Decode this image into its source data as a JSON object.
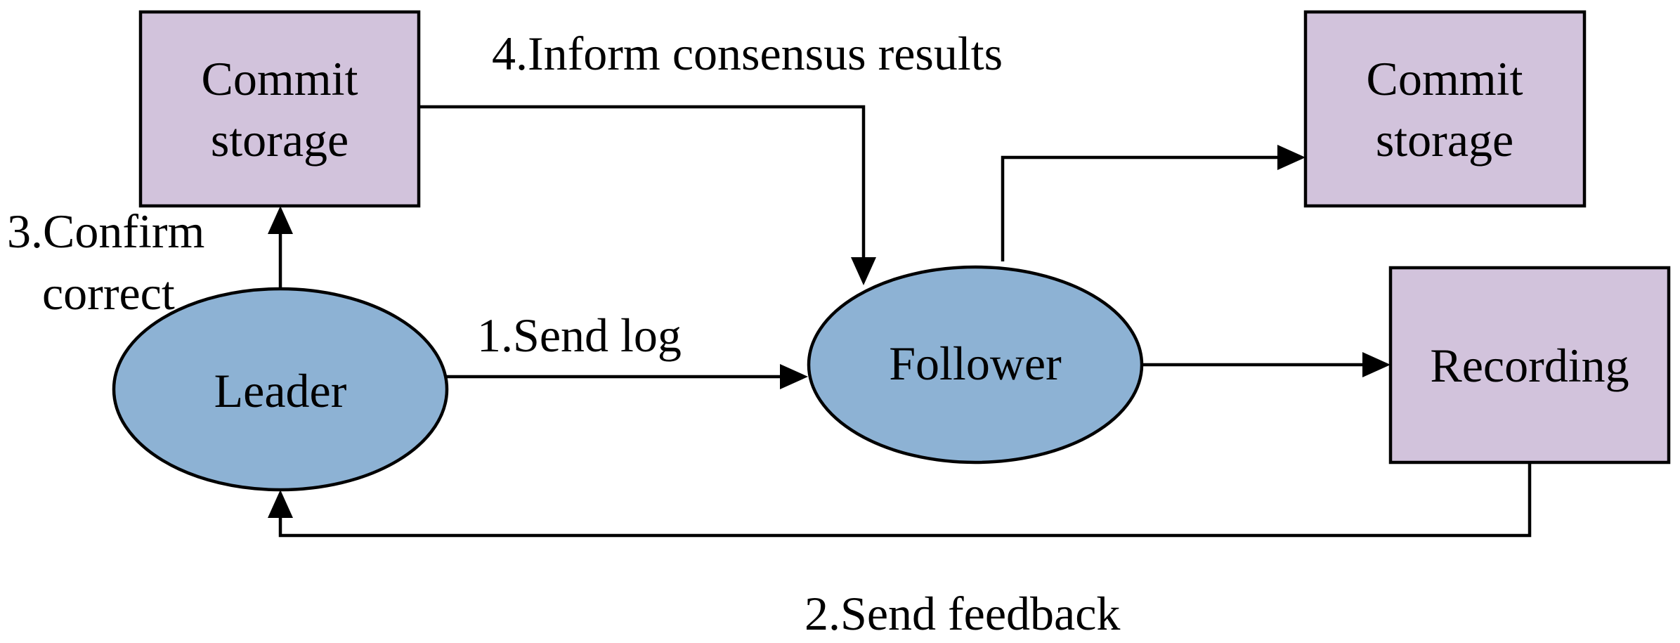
{
  "colors": {
    "storage_fill": "#d2c3dc",
    "node_fill": "#8db2d4",
    "stroke": "#000000"
  },
  "nodes": {
    "leader": {
      "label": "Leader"
    },
    "follower": {
      "label": "Follower"
    },
    "commit_storage_left": {
      "line1": "Commit",
      "line2": "storage"
    },
    "commit_storage_right": {
      "line1": "Commit",
      "line2": "storage"
    },
    "recording": {
      "label": "Recording"
    }
  },
  "edges": {
    "send_log": "1.Send log",
    "send_feedback": "2.Send feedback",
    "confirm_correct": {
      "line1": "3.Confirm",
      "line2": "correct"
    },
    "inform_consensus": "4.Inform consensus results"
  }
}
